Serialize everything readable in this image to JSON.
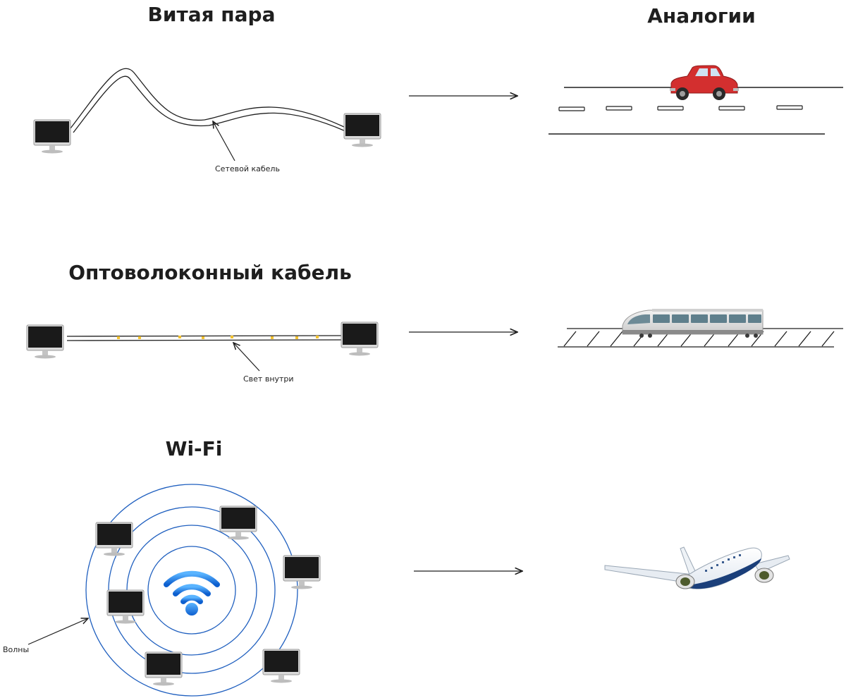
{
  "titles": {
    "twisted_pair": "Витая пара",
    "analogies": "Аналогии",
    "fiber": "Оптоволоконный кабель",
    "wifi": "Wi-Fi"
  },
  "labels": {
    "network_cable": "Сетевой кабель",
    "light_inside": "Свет внутри",
    "waves": "Волны"
  },
  "colors": {
    "ink": "#1e1e1e",
    "wave_blue": "#1f5fbf",
    "wifi_blue": "#1e88f0",
    "light_dot": "#f2c230",
    "car_red": "#d32f2f",
    "monitor_screen": "#1a1a1a"
  },
  "icons": [
    "monitor-icon",
    "car-icon",
    "train-icon",
    "airplane-icon",
    "wifi-icon",
    "arrow-icon"
  ]
}
